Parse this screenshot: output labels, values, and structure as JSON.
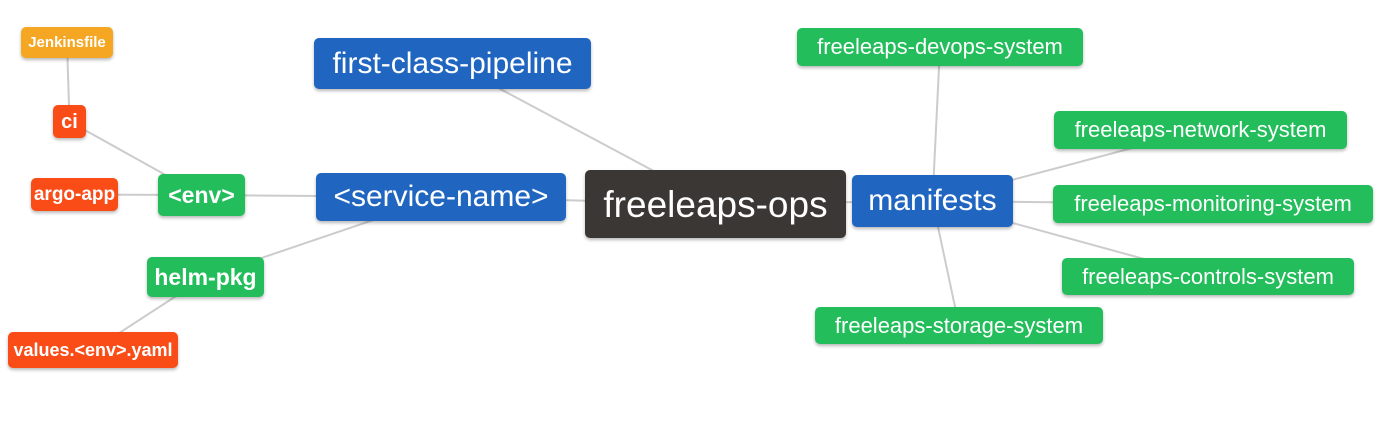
{
  "diagram": {
    "background": "#ffffff",
    "edge_color": "#cccccc",
    "text_color": "#ffffff",
    "colors": {
      "blue": "#2066C0",
      "green": "#23BE5B",
      "red": "#F94C17",
      "orange": "#F5A623",
      "dark": "#3B3734"
    },
    "nodes": {
      "jenkinsfile": {
        "label": "Jenkinsfile",
        "color": "orange"
      },
      "ci": {
        "label": "ci",
        "color": "red"
      },
      "argo_app": {
        "label": "argo-app",
        "color": "red"
      },
      "env": {
        "label": "<env>",
        "color": "green"
      },
      "helm_pkg": {
        "label": "helm-pkg",
        "color": "green"
      },
      "values_env_yaml": {
        "label": "values.<env>.yaml",
        "color": "red"
      },
      "first_class_pipeline": {
        "label": "first-class-pipeline",
        "color": "blue"
      },
      "service_name": {
        "label": "<service-name>",
        "color": "blue"
      },
      "freeleaps_ops": {
        "label": "freeleaps-ops",
        "color": "dark"
      },
      "manifests": {
        "label": "manifests",
        "color": "blue"
      },
      "devops_system": {
        "label": "freeleaps-devops-system",
        "color": "green"
      },
      "network_system": {
        "label": "freeleaps-network-system",
        "color": "green"
      },
      "monitoring_system": {
        "label": "freeleaps-monitoring-system",
        "color": "green"
      },
      "controls_system": {
        "label": "freeleaps-controls-system",
        "color": "green"
      },
      "storage_system": {
        "label": "freeleaps-storage-system",
        "color": "green"
      }
    },
    "edges": [
      [
        "jenkinsfile",
        "ci"
      ],
      [
        "ci",
        "env"
      ],
      [
        "argo_app",
        "env"
      ],
      [
        "env",
        "service_name"
      ],
      [
        "values_env_yaml",
        "helm_pkg"
      ],
      [
        "helm_pkg",
        "service_name"
      ],
      [
        "service_name",
        "freeleaps_ops"
      ],
      [
        "first_class_pipeline",
        "freeleaps_ops"
      ],
      [
        "freeleaps_ops",
        "manifests"
      ],
      [
        "manifests",
        "devops_system"
      ],
      [
        "manifests",
        "network_system"
      ],
      [
        "manifests",
        "monitoring_system"
      ],
      [
        "manifests",
        "controls_system"
      ],
      [
        "manifests",
        "storage_system"
      ]
    ]
  }
}
